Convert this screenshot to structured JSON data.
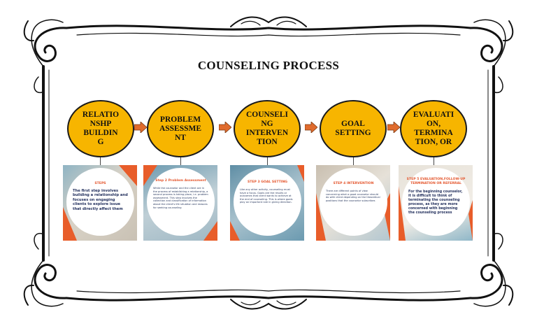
{
  "title": "COUNSELING PROCESS",
  "colors": {
    "oval": "#f7b500",
    "arrow": "#e06b2d",
    "accent": "#e4572e",
    "body_text": "#24315e"
  },
  "steps": [
    {
      "label": "RELATIO\nNSHP\nBUILDIN\nG",
      "card_title": "STEPS",
      "card_text": "The first step involves building a relationship and focuses on engaging clients to explore issue that directly affect them"
    },
    {
      "label": "PROBLEM\nASSESSME\nNT",
      "card_title": "Step 2 Problem Assessment",
      "card_text": "While the counselor and the client are in the process of establishing a relationship, a second process is taking place, i.e. problem assessment. This step involves the collection and classification of information about the client's life situation and reasons for seeking counseling"
    },
    {
      "label": "COUNSELI\nNG\nINTERVEN\nTION",
      "card_title": "STEP 3 GOAL SETTING",
      "card_text": "Like any other activity, counseling must have a focus. Goals are the results or outcomes that client wants to achieve at the end of counseling. This is where goals play an important role in giving direction."
    },
    {
      "label": "GOAL\nSETTING",
      "card_title": "STEP 4 INTERVENTION",
      "card_text": "There are different points of view concerning what a good counselor should do with client depending on the theoretical positions that the counselor subscribes"
    },
    {
      "label": "EVALUATI\nON,\nTERMINA\nTION, OR",
      "card_title": "STEP 5 EVALUATION,FOLLOW-UP TERMINATION OR REFERRAL",
      "card_text": "For the beginning counselor, it is difficult to think of terminating the counseling process, as they are more concerned with beginning the counseling process"
    }
  ]
}
